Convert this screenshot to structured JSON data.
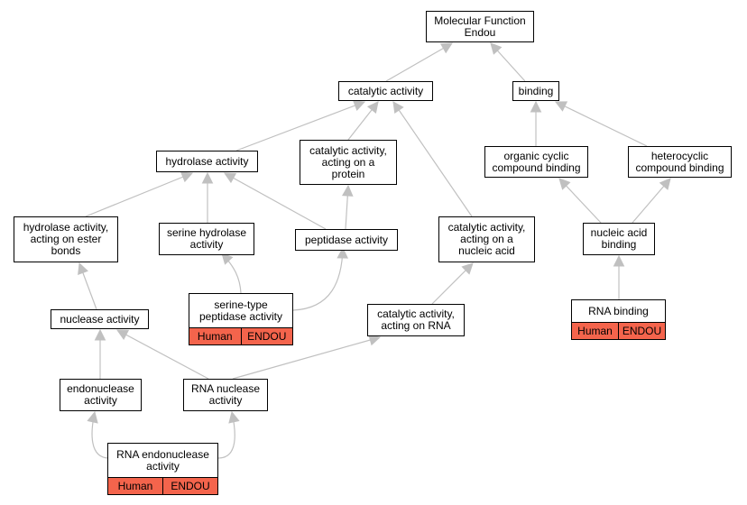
{
  "colors": {
    "edge": "#c0c0c0",
    "node_border": "#000000",
    "node_fill": "#ffffff",
    "annotation_fill": "#f4644c"
  },
  "nodes": [
    {
      "id": "root",
      "label": "Molecular Function\nEndou"
    },
    {
      "id": "catalytic",
      "label": "catalytic activity"
    },
    {
      "id": "binding",
      "label": "binding"
    },
    {
      "id": "hydrolase",
      "label": "hydrolase activity"
    },
    {
      "id": "cat_protein",
      "label": "catalytic activity,\nacting on a\nprotein"
    },
    {
      "id": "organic_cyclic",
      "label": "organic cyclic\ncompound binding"
    },
    {
      "id": "heterocyclic",
      "label": "heterocyclic\ncompound binding"
    },
    {
      "id": "hydrolase_ester",
      "label": "hydrolase activity,\nacting on ester\nbonds"
    },
    {
      "id": "serine_hydrolase",
      "label": "serine hydrolase\nactivity"
    },
    {
      "id": "peptidase",
      "label": "peptidase activity"
    },
    {
      "id": "cat_nucleic",
      "label": "catalytic activity,\nacting on a\nnucleic acid"
    },
    {
      "id": "nucleic_binding",
      "label": "nucleic acid\nbinding"
    },
    {
      "id": "serine_peptidase",
      "label": "serine-type\npeptidase activity",
      "tags": [
        "Human",
        "ENDOU"
      ]
    },
    {
      "id": "rna_binding",
      "label": "RNA binding",
      "tags": [
        "Human",
        "ENDOU"
      ]
    },
    {
      "id": "nuclease",
      "label": "nuclease activity"
    },
    {
      "id": "cat_rna",
      "label": "catalytic activity,\nacting on RNA"
    },
    {
      "id": "endonuclease",
      "label": "endonuclease\nactivity"
    },
    {
      "id": "rna_nuclease",
      "label": "RNA nuclease\nactivity"
    },
    {
      "id": "rna_endonuclease",
      "label": "RNA endonuclease\nactivity",
      "tags": [
        "Human",
        "ENDOU"
      ]
    }
  ],
  "edges": [
    {
      "from": "catalytic",
      "to": "root"
    },
    {
      "from": "binding",
      "to": "root"
    },
    {
      "from": "hydrolase",
      "to": "catalytic"
    },
    {
      "from": "cat_protein",
      "to": "catalytic"
    },
    {
      "from": "cat_nucleic",
      "to": "catalytic"
    },
    {
      "from": "organic_cyclic",
      "to": "binding"
    },
    {
      "from": "heterocyclic",
      "to": "binding"
    },
    {
      "from": "hydrolase_ester",
      "to": "hydrolase"
    },
    {
      "from": "serine_hydrolase",
      "to": "hydrolase"
    },
    {
      "from": "peptidase",
      "to": "hydrolase"
    },
    {
      "from": "peptidase",
      "to": "cat_protein"
    },
    {
      "from": "nucleic_binding",
      "to": "organic_cyclic"
    },
    {
      "from": "nucleic_binding",
      "to": "heterocyclic"
    },
    {
      "from": "rna_binding",
      "to": "nucleic_binding"
    },
    {
      "from": "serine_peptidase",
      "to": "serine_hydrolase"
    },
    {
      "from": "serine_peptidase",
      "to": "peptidase"
    },
    {
      "from": "nuclease",
      "to": "hydrolase_ester"
    },
    {
      "from": "cat_rna",
      "to": "cat_nucleic"
    },
    {
      "from": "endonuclease",
      "to": "nuclease"
    },
    {
      "from": "rna_nuclease",
      "to": "nuclease"
    },
    {
      "from": "rna_nuclease",
      "to": "cat_rna"
    },
    {
      "from": "rna_endonuclease",
      "to": "endonuclease"
    },
    {
      "from": "rna_endonuclease",
      "to": "rna_nuclease"
    }
  ]
}
